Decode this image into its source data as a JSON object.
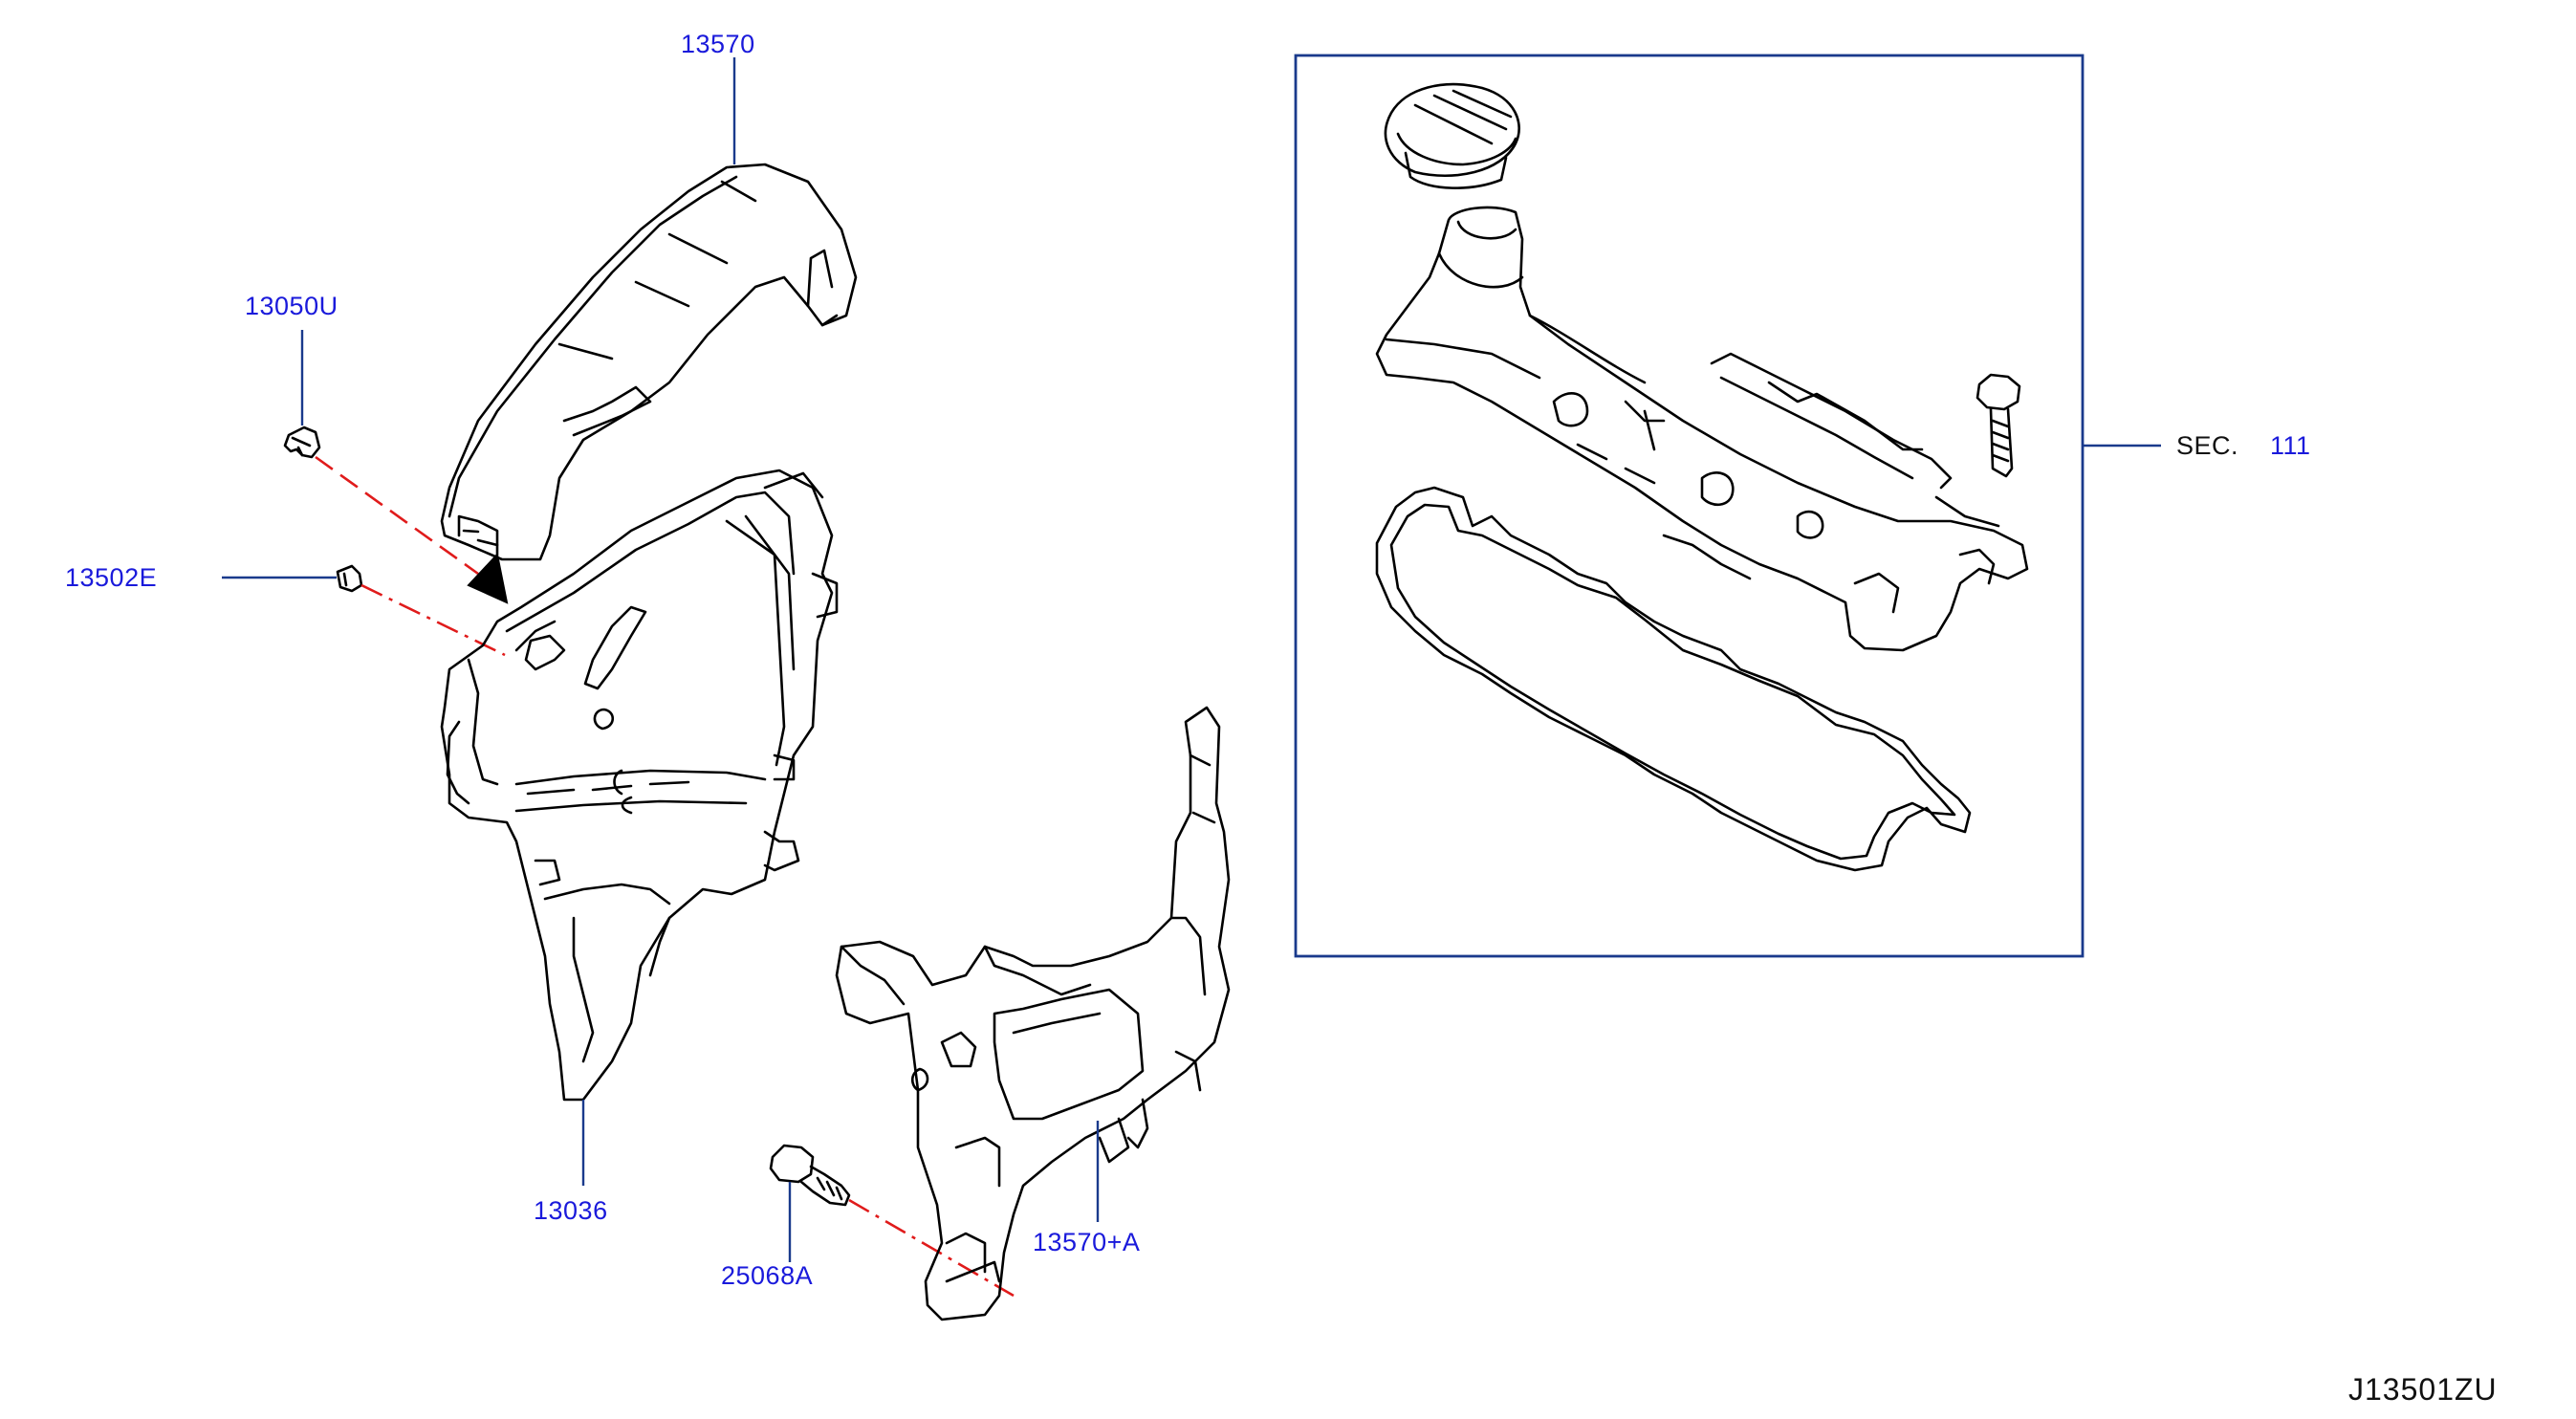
{
  "callouts": {
    "p13570": "13570",
    "p13050u": "13050U",
    "p13502e": "13502E",
    "p13036": "13036",
    "p25068a": "25068A",
    "p13570a": "13570+A",
    "sec_label": "SEC.",
    "sec_number": "111"
  },
  "diagram_id": "J13501ZU",
  "colors": {
    "part_number": "#1a1adb",
    "leader_line": "#1a3a8c",
    "install_line": "#e01b1b",
    "outline": "#000000",
    "frame": "#1a3a8c"
  },
  "icons": {
    "arrow": "install-direction-arrow"
  }
}
